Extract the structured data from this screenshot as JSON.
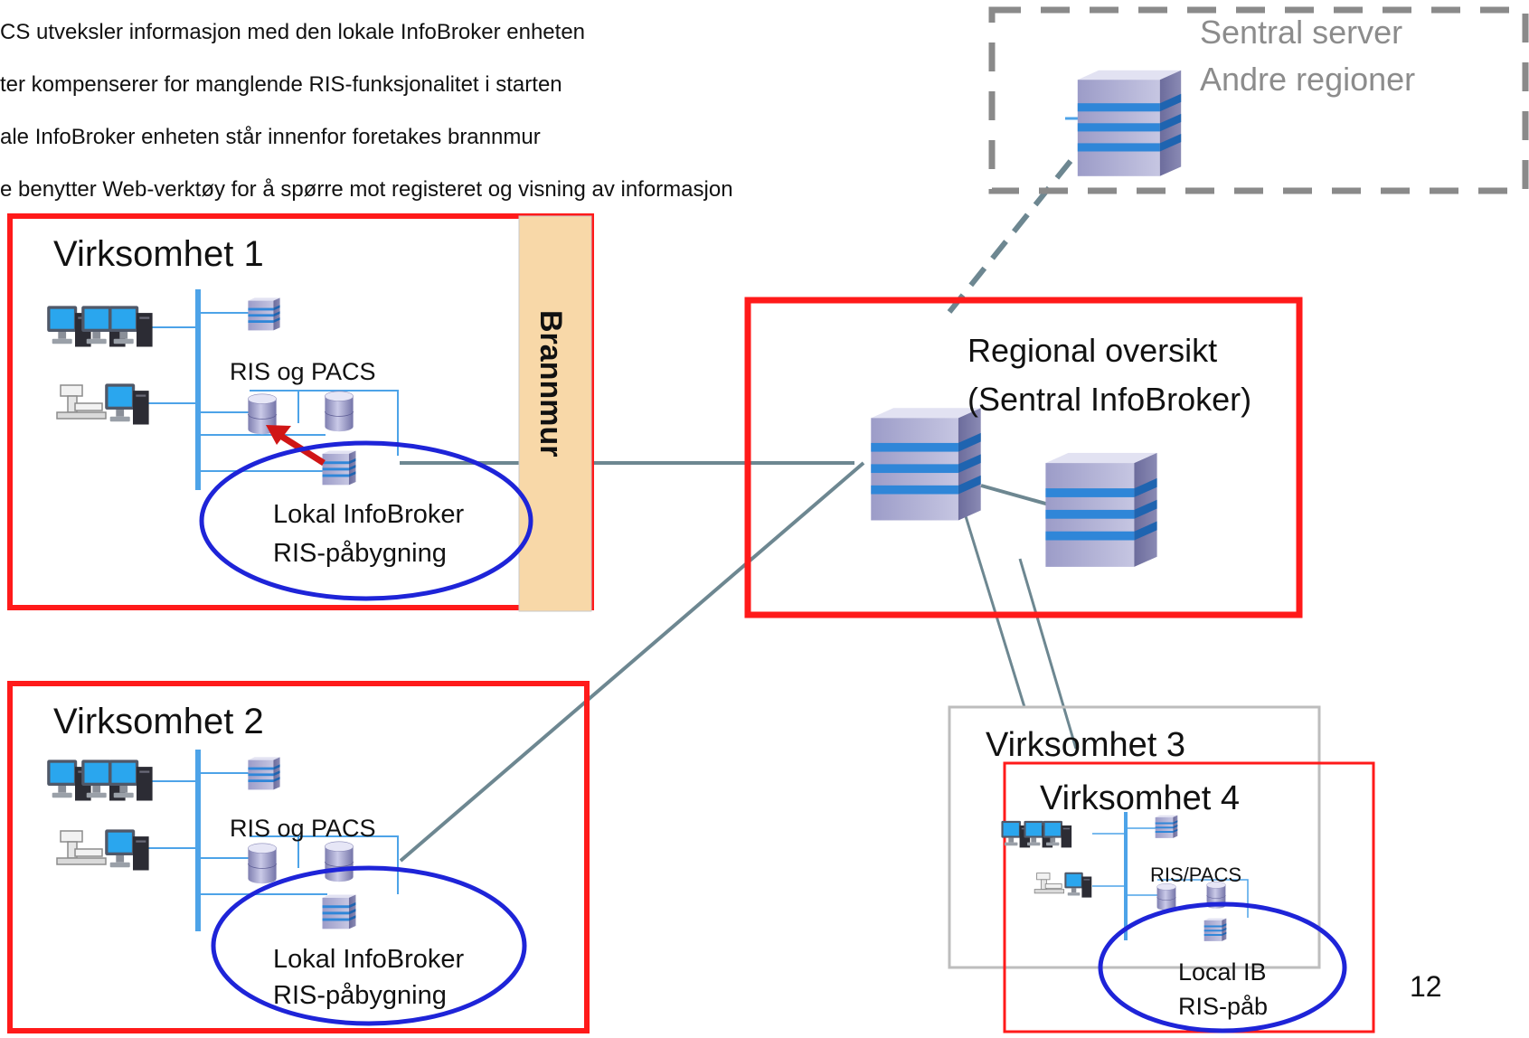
{
  "bullets": [
    "CS utveksler informasjon med den lokale InfoBroker enheten",
    "ter kompenserer for manglende RIS-funksjonalitet i starten",
    "ale InfoBroker enheten står innenfor foretakes brannmur",
    "e benytter Web-verktøy for å spørre mot registeret og visning av informasjon"
  ],
  "central_server": {
    "line1": "Sentral server",
    "line2": "Andre regioner"
  },
  "regional": {
    "line1": "Regional oversikt",
    "line2": "(Sentral InfoBroker)"
  },
  "firewall": {
    "label": "Brannmur"
  },
  "virksomhet1": {
    "title": "Virksomhet 1",
    "ris_pacs": "RIS og PACS",
    "ib_line1": "Lokal InfoBroker",
    "ib_line2": "RIS-påbygning"
  },
  "virksomhet2": {
    "title": "Virksomhet 2",
    "ris_pacs": "RIS og PACS",
    "ib_line1": "Lokal InfoBroker",
    "ib_line2": "RIS-påbygning"
  },
  "virksomhet3": {
    "title": "Virksomhet 3"
  },
  "virksomhet4": {
    "title": "Virksomhet 4",
    "ris_pacs": "RIS/PACS",
    "ib_line1": "Local IB",
    "ib_line2": "RIS-påb"
  },
  "page_number": "12",
  "colors": {
    "enterprise_border": "#ff1a1a",
    "infobroker_ellipse": "#1e24d8",
    "link_line": "#6d8791",
    "lan_bus": "#4da3e8",
    "firewall_fill": "#f8d8a8",
    "server_stripe": "#2f86d8"
  },
  "icons": [
    "desktop-computer-icon",
    "medical-workstation-icon",
    "database-server-icon",
    "infobroker-server-icon",
    "red-arrow-icon"
  ]
}
